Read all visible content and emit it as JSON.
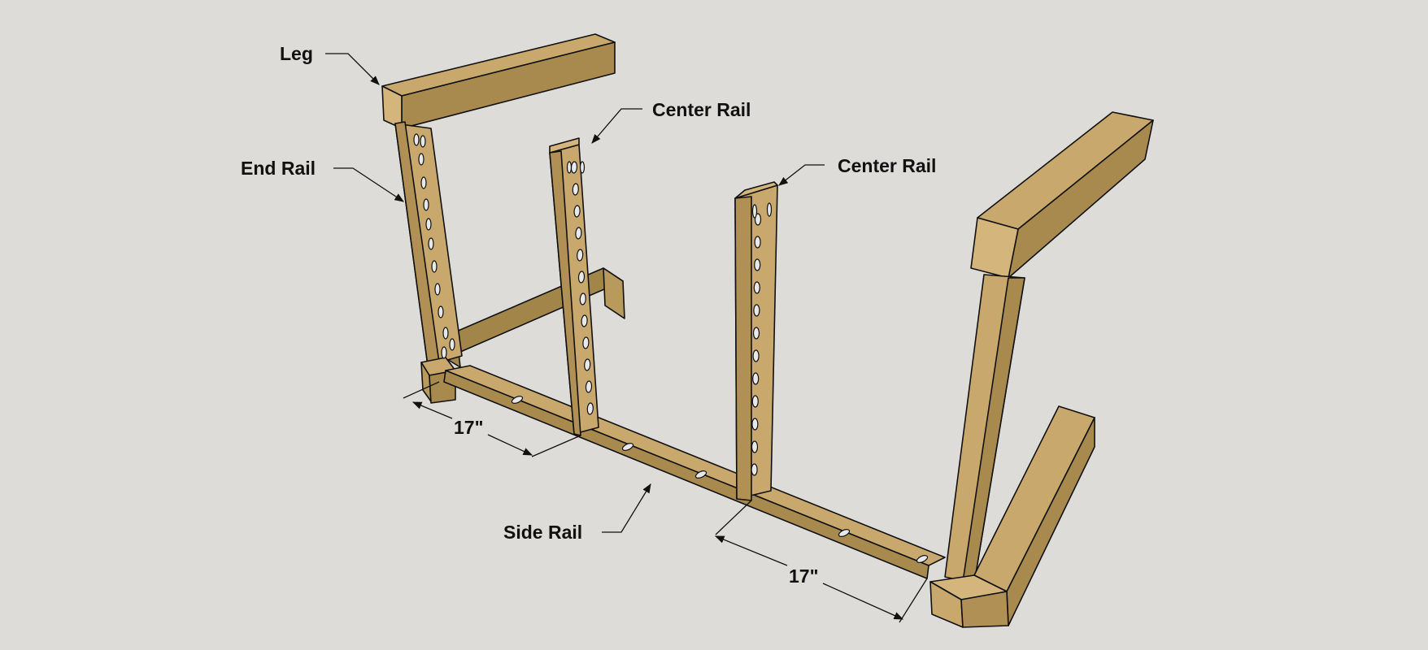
{
  "labels": {
    "leg": "Leg",
    "end_rail": "End Rail",
    "center_rail_1": "Center Rail",
    "center_rail_2": "Center Rail",
    "side_rail": "Side Rail"
  },
  "dimensions": {
    "left_spacing": "17\"",
    "right_spacing": "17\""
  },
  "colors": {
    "background": "#dddcd8",
    "wood_top": "#c8a86c",
    "wood_side": "#b09055",
    "wood_dark": "#a28548",
    "wood_end": "#d4b67c",
    "edge": "#111111"
  }
}
